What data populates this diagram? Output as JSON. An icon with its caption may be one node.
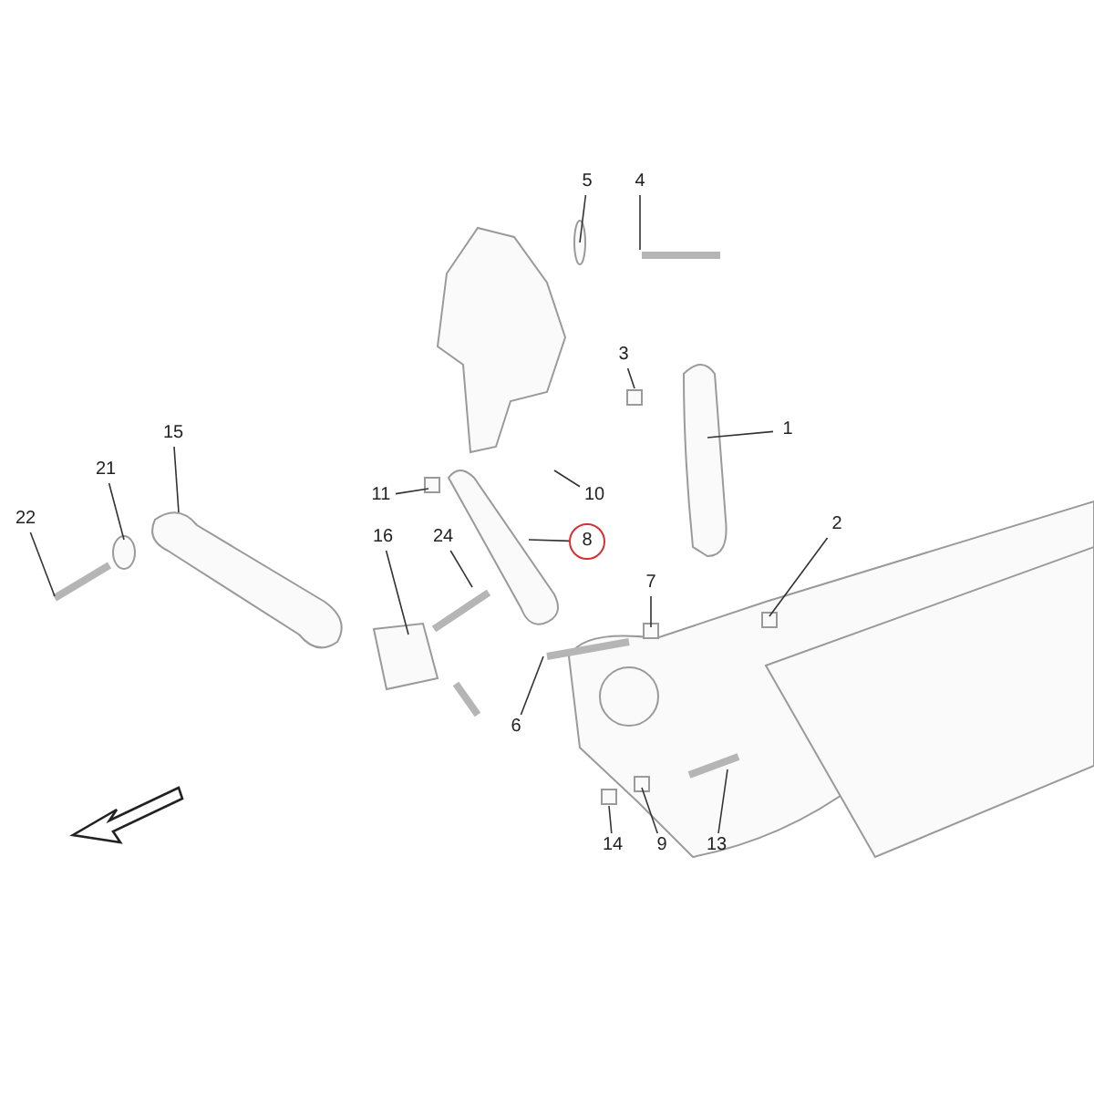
{
  "diagram": {
    "nodes": [
      {
        "text": [
          "5"
        ]
      },
      {
        "text": [
          "4"
        ]
      },
      {
        "text": [
          "3"
        ]
      },
      {
        "text": [
          "1"
        ]
      },
      {
        "text": [
          "15"
        ]
      },
      {
        "text": [
          "21"
        ]
      },
      {
        "text": [
          "11"
        ]
      },
      {
        "text": [
          "10"
        ]
      },
      {
        "text": [
          "22"
        ]
      },
      {
        "text": [
          "2"
        ]
      },
      {
        "text": [
          "16"
        ]
      },
      {
        "text": [
          "24"
        ]
      },
      {
        "text": [
          "8"
        ]
      },
      {
        "text": [
          "7"
        ]
      },
      {
        "text": [
          "6"
        ]
      },
      {
        "text": [
          "14"
        ]
      },
      {
        "text": [
          "9"
        ]
      },
      {
        "text": [
          "13"
        ]
      }
    ],
    "edges": [
      {
        "from": 0,
        "to": null,
        "arrow": "none"
      },
      {
        "from": 1,
        "to": null,
        "arrow": "none"
      },
      {
        "from": 2,
        "to": null,
        "arrow": "none"
      },
      {
        "from": 3,
        "to": null,
        "arrow": "none"
      },
      {
        "from": 4,
        "to": null,
        "arrow": "none"
      },
      {
        "from": 5,
        "to": null,
        "arrow": "none"
      },
      {
        "from": 6,
        "to": null,
        "arrow": "none"
      },
      {
        "from": 7,
        "to": null,
        "arrow": "none"
      },
      {
        "from": 8,
        "to": null,
        "arrow": "none"
      },
      {
        "from": 9,
        "to": null,
        "arrow": "none"
      },
      {
        "from": 10,
        "to": null,
        "arrow": "none"
      },
      {
        "from": 11,
        "to": null,
        "arrow": "none"
      },
      {
        "from": 12,
        "to": null,
        "arrow": "none"
      },
      {
        "from": 13,
        "to": null,
        "arrow": "none"
      },
      {
        "from": 14,
        "to": null,
        "arrow": "none"
      },
      {
        "from": 15,
        "to": null,
        "arrow": "none"
      },
      {
        "from": 16,
        "to": null,
        "arrow": "none"
      },
      {
        "from": 17,
        "to": null,
        "arrow": "none"
      }
    ]
  }
}
